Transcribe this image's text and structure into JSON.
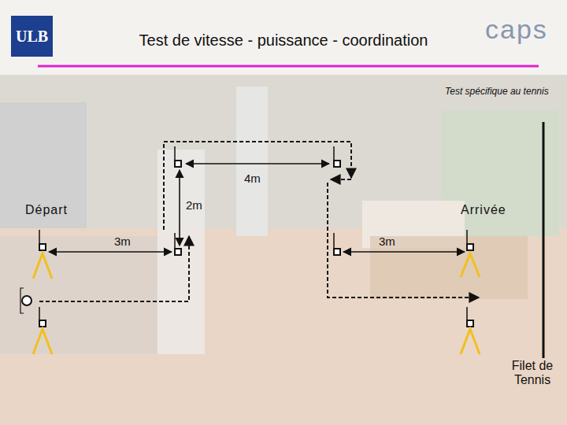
{
  "diagram": {
    "title": "Test de vitesse - puissance - coordination",
    "nodes": [
      {
        "text": [
          "ULB"
        ]
      }
    ],
    "labels": [
      "caps",
      "Test spécifique au tennis",
      "4m",
      "Départ",
      "2m",
      "Arrivée",
      "3m",
      "3m",
      "Filet de Tennis"
    ]
  }
}
